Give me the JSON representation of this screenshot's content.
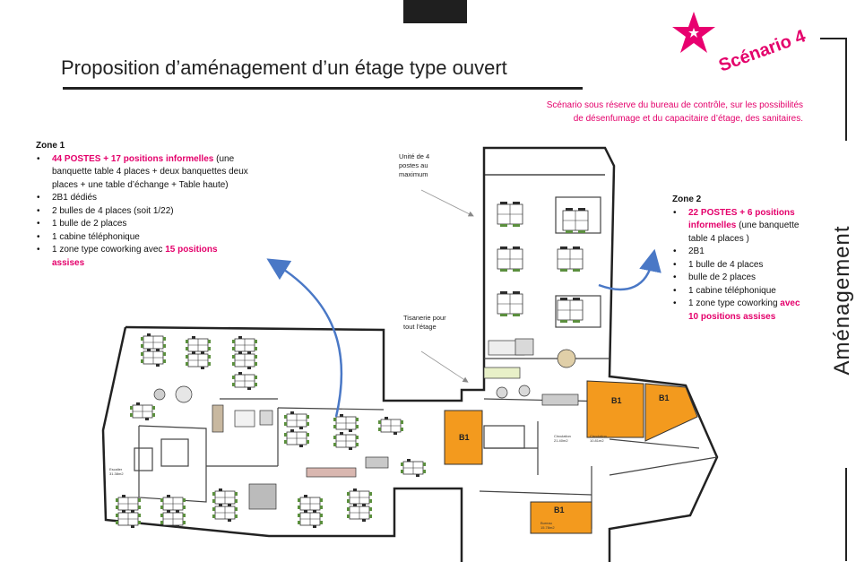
{
  "header": {
    "title": "Proposition d’aménagement d’un étage type ouvert"
  },
  "scenario": {
    "label": "Scénario 4",
    "star_color": "#e8006f",
    "accent": "#e4006b"
  },
  "side_label": "Aménagement",
  "note": "Scénario sous réserve du bureau de contrôle, sur les possibilités de désenfumage et du capacitaire d’étage, des sanitaires.",
  "zone1": {
    "title": "Zone 1",
    "item1_highlight": "44 POSTES + 17 positions informelles",
    "item1_rest": " (une banquette table 4 places + deux banquettes deux places + une table d’échange + Table haute)",
    "item2": "2B1 dédiés",
    "item3": "2 bulles de 4 places (soit 1/22)",
    "item4": "1 bulle de 2 places",
    "item5": "1 cabine téléphonique",
    "item6_prefix": "1 zone type coworking avec ",
    "item6_highlight": "15 positions assises"
  },
  "zone2": {
    "title": "Zone 2",
    "item1_highlight": "22 POSTES + 6 positions informelles",
    "item1_rest": " (une banquette table 4 places )",
    "item2": "2B1",
    "item3": "1 bulle de 4 places",
    "item4": "bulle de 2 places",
    "item5": "1 cabine téléphonique",
    "item6_prefix": "1 zone type coworking ",
    "item6_highlight": "avec 10 positions assises"
  },
  "callouts": {
    "unite_line1": "Unité de 4",
    "unite_line2": "postes au",
    "unite_line3": "maximum",
    "tisanerie_line1": "Tisanerie pour",
    "tisanerie_line2": "tout l’étage"
  },
  "plan": {
    "b1_label": "B1",
    "b1_color": "#f39a1e",
    "arrow_color": "#4a78c6",
    "room_labels": {
      "circulation1": "Circulation",
      "circulation1_area": "21.40m2",
      "circulation2": "Circulation",
      "circulation2_area": "10.81m2",
      "bureau": "Bureau",
      "bureau_area": "15.78m2",
      "escalier": "Escalier",
      "escalier_area": "31.38m2"
    }
  }
}
